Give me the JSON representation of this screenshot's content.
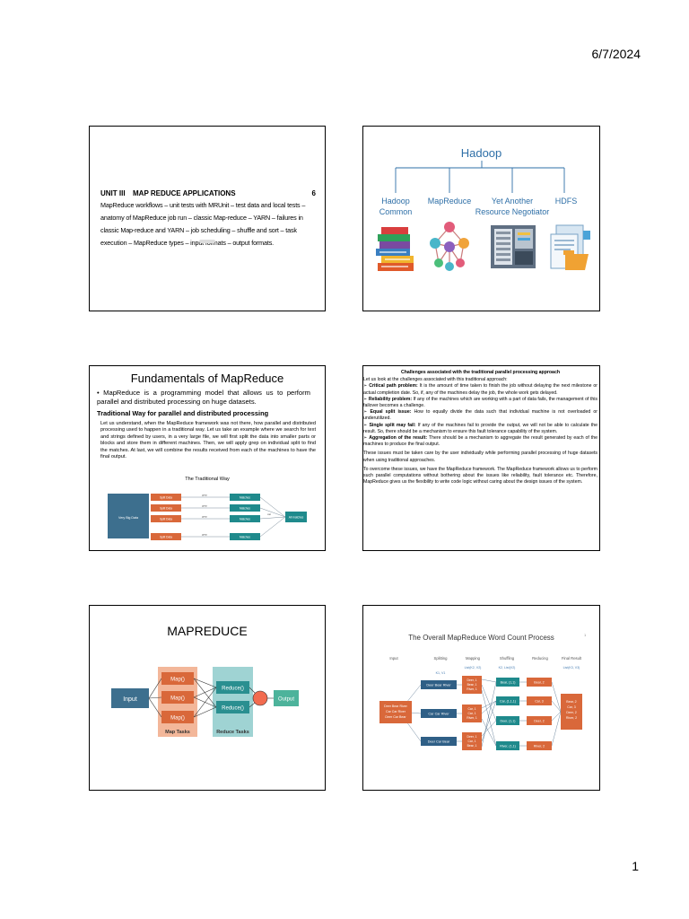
{
  "page": {
    "date": "6/7/2024",
    "number": "1"
  },
  "slide1": {
    "unit": "UNIT III",
    "title": "MAP REDUCE APPLICATIONS",
    "hours": "6",
    "body": "MapReduce workflows – unit tests with MRUnit – test data and local tests – anatomy of MapReduce job run – classic Map-reduce – YARN – failures in classic Map-reduce and YARN – job scheduling – shuffle and sort – task execution – MapReduce types – input formats – output formats."
  },
  "slide2": {
    "title": "Hadoop",
    "branches": [
      "Hadoop\nCommon",
      "MapReduce",
      "Yet Another\nResource Negotiator",
      "HDFS"
    ],
    "accent": "#2e6fa7"
  },
  "slide3": {
    "title": "Fundamentals of MapReduce",
    "bullet": "MapReduce is a programming model that allows us to perform parallel and distributed processing on huge datasets.",
    "subheading": "Traditional Way for parallel and distributed processing",
    "paragraph": "Let us understand, when the MapReduce framework was not there, how parallel and distributed processing used to happen in a traditional way. Let us take an example where we search for text and strings defined by users, in a very large file, we will first split the data into smaller parts or blocks and store them in different machines. Then, we will apply grep on individual split to find the matches. At last, we will combine the results received from each of the machines to have the final output.",
    "diagram_title": "The Traditional Way",
    "diagram": {
      "source": "Very Big Data",
      "splits": [
        "Split Data",
        "Split Data",
        "Split Data",
        "Split Data"
      ],
      "op": "grep",
      "matches": [
        "Matches",
        "Matches",
        "Matches",
        "Matches"
      ],
      "cat": "cat",
      "result": "All matches"
    }
  },
  "slide4": {
    "heading": "Challenges associated with the traditional parallel processing approach",
    "intro": "Let us look at the challenges associated with this traditional approach:",
    "items": [
      {
        "term": "Critical path problem:",
        "text": " It is the amount of time taken to finish the job without delaying the next milestone or actual completion date. So, if, any of the machines delay the job, the whole work gets delayed."
      },
      {
        "term": "Reliability problem:",
        "text": " If any of the machines which are working with a part of data fails, the management of this failover becomes a challenge."
      },
      {
        "term": "Equal split issue:",
        "text": " How to equally divide the data such that individual machine is not overloaded or underutilized."
      },
      {
        "term": "Single split may fail:",
        "text": " If any of the machines fail to provide the output, we will not be able to calculate the result. So, there should be a mechanism to ensure this fault tolerance capability of the system."
      },
      {
        "term": "Aggregation of the result:",
        "text": " There should be a mechanism to aggregate the result generated by each of the machines to produce the final output."
      }
    ],
    "para2": "These issues must be taken care by the user individually while performing parallel processing of huge datasets when using traditional approaches.",
    "para3": "To overcome these issues, we have the MapReduce framework. The MapReduce framework allows us to perform such parallel computations without bothering about the issues like reliability, fault tolerance etc. Therefore, MapReduce gives us the flexibility to write code logic without caring about the design issues of the system."
  },
  "slide5": {
    "title": "MAPREDUCE",
    "input": "Input",
    "maps": [
      "Map()",
      "Map()",
      "Map()"
    ],
    "reduces": [
      "Reduce()",
      "Reduce()"
    ],
    "output": "Output",
    "map_tasks": "Map Tasks",
    "reduce_tasks": "Reduce Tasks",
    "colors": {
      "input": "#3d6f8e",
      "map_bg": "#f3b79a",
      "map": "#d9683a",
      "reduce_bg": "#9fd3d3",
      "reduce": "#2a8f90",
      "output": "#4db39b"
    }
  },
  "slide6": {
    "title": "The Overall MapReduce Word Count Process",
    "stages": [
      "Input",
      "Splitting",
      "Mapping",
      "Shuffling",
      "Reducing",
      "Final Result"
    ],
    "stage_notes": [
      "K1, V1",
      "List(K2, V2)",
      "K2, List(V2)",
      "List(K3, V3)"
    ],
    "input": "Deer Bear River\nCar Car River\nDeer Car Bear",
    "splits": [
      "Deer Bear River",
      "Car Car River",
      "Deer Car Bear"
    ],
    "maps": [
      "Deer, 1\nBear, 1\nRiver, 1",
      "Car, 1\nCar, 1\nRiver, 1",
      "Deer, 1\nCar, 1\nBear, 1"
    ],
    "shuffles": [
      "Bear, (1,1)",
      "Car, (1,1,1)",
      "Deer, (1,1)",
      "River, (1,1)"
    ],
    "reduces": [
      "Bear, 2",
      "Car, 3",
      "Deer, 2",
      "River, 2"
    ],
    "final": "Bear, 2\nCar, 3\nDeer, 2\nRiver, 2",
    "corner_mark": "1"
  }
}
